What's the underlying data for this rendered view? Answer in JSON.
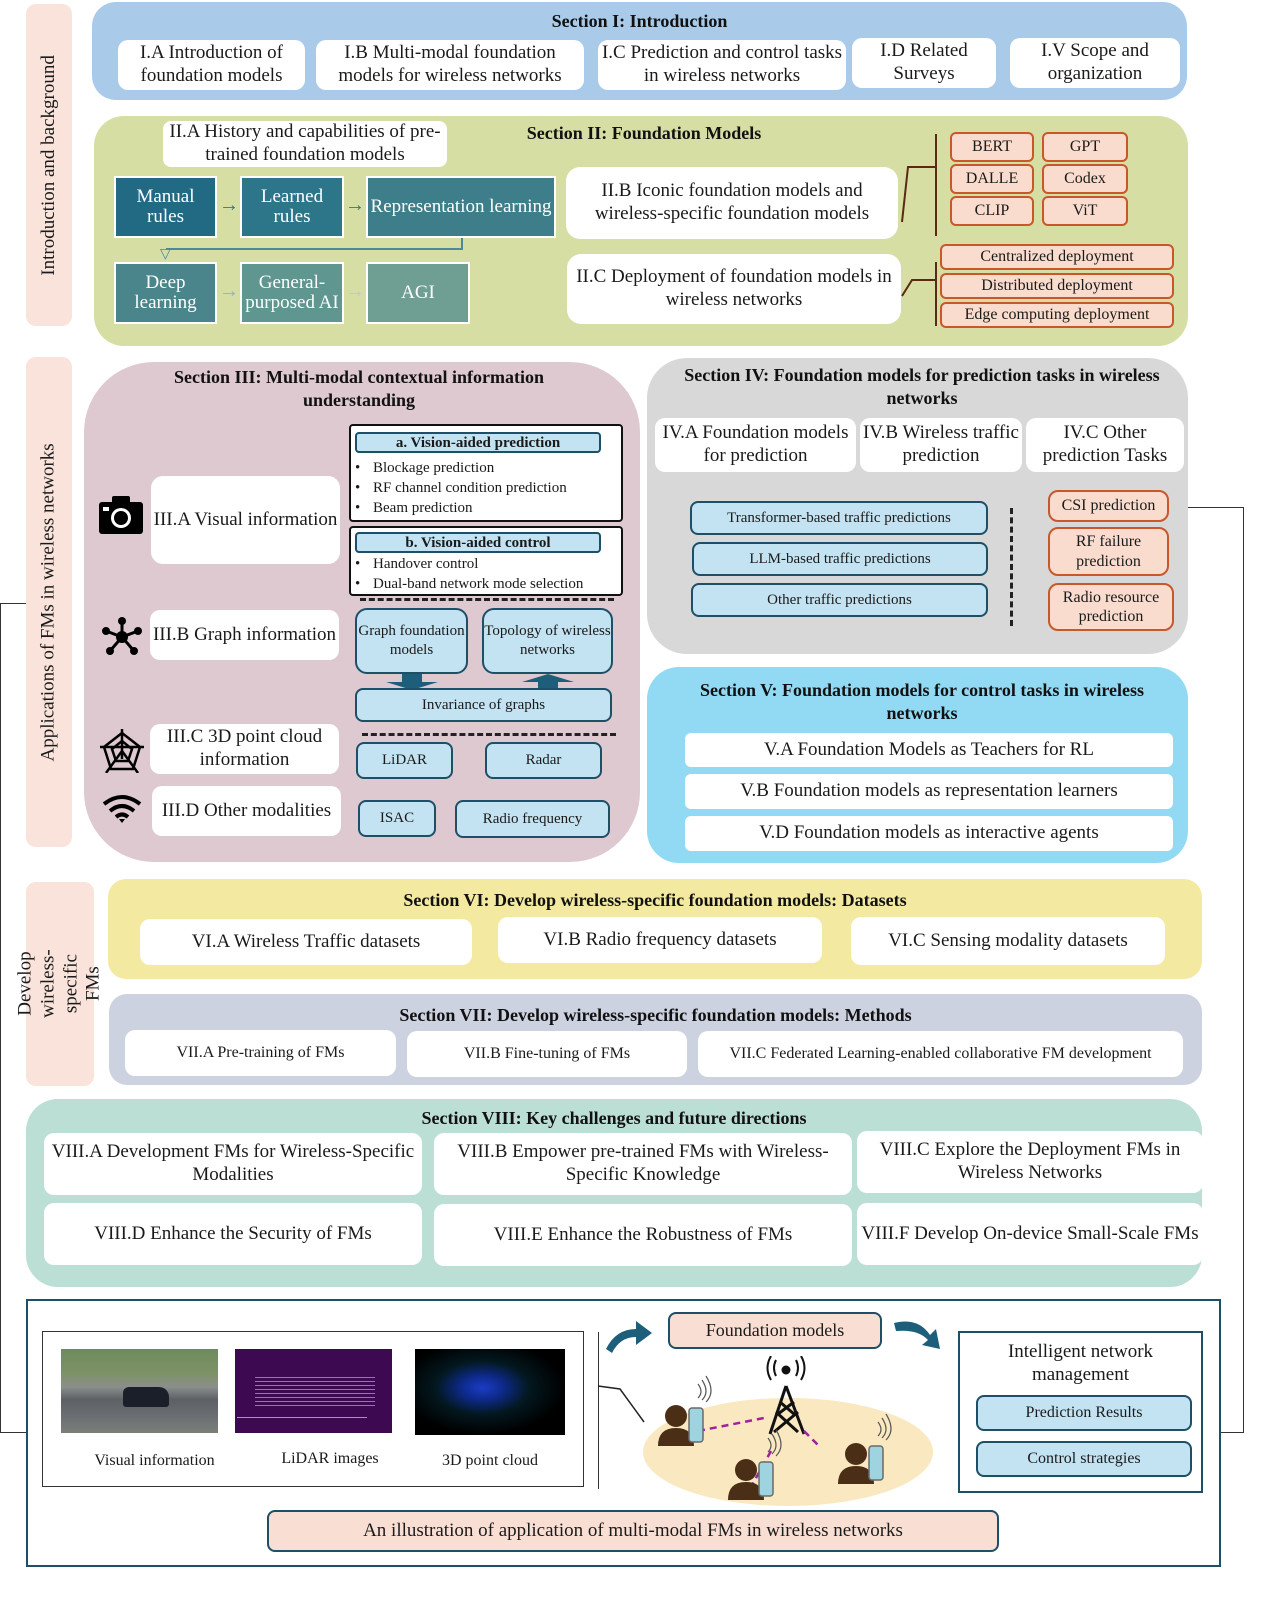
{
  "side_labels": {
    "intro": "Introduction and background",
    "applications": "Applications of FMs in wireless networks",
    "develop": "Develop wireless-specific FMs"
  },
  "section1": {
    "title": "Section I: Introduction",
    "items": [
      "I.A Introduction of foundation models",
      "I.B Multi-modal foundation models for wireless networks",
      "I.C Prediction and control tasks in wireless networks",
      "I.D Related Surveys",
      "I.V Scope and organization"
    ]
  },
  "section2": {
    "title": "Section II: Foundation Models",
    "history_label": "II.A History and capabilities of pre-trained foundation models",
    "history_steps": [
      "Manual rules",
      "Learned rules",
      "Representation learning",
      "Deep learning",
      "General-purposed AI",
      "AGI"
    ],
    "iconic_label": "II.B Iconic foundation models and wireless-specific foundation models",
    "iconic_models": [
      "BERT",
      "GPT",
      "DALLE",
      "Codex",
      "CLIP",
      "ViT"
    ],
    "deployment_label": "II.C Deployment of foundation models in wireless networks",
    "deployment_types": [
      "Centralized deployment",
      "Distributed deployment",
      "Edge computing deployment"
    ]
  },
  "section3": {
    "title": "Section III: Multi-modal contextual information understanding",
    "modalities": [
      {
        "label": "III.A Visual information",
        "icon": "camera-icon"
      },
      {
        "label": "III.B Graph information",
        "icon": "graph-network-icon"
      },
      {
        "label": "III.C 3D point cloud information",
        "icon": "point-cloud-icon"
      },
      {
        "label": "III.D Other modalities",
        "icon": "wifi-icon"
      }
    ],
    "vision_prediction": {
      "header": "a. Vision-aided prediction",
      "items": [
        "Blockage prediction",
        "RF channel condition prediction",
        "Beam prediction"
      ]
    },
    "vision_control": {
      "header": "b. Vision-aided control",
      "items": [
        "Handover control",
        "Dual-band network mode selection"
      ]
    },
    "graph": {
      "gfm": "Graph foundation models",
      "topology": "Topology of wireless networks",
      "invariance": "Invariance of graphs"
    },
    "point_cloud": [
      "LiDAR",
      "Radar"
    ],
    "other": [
      "ISAC",
      "Radio frequency"
    ]
  },
  "section4": {
    "title": "Section IV: Foundation models for prediction tasks in wireless networks",
    "subsections": [
      "IV.A Foundation models for prediction",
      "IV.B Wireless traffic prediction",
      "IV.C Other prediction Tasks"
    ],
    "traffic": [
      "Transformer-based traffic predictions",
      "LLM-based traffic predictions",
      "Other traffic predictions"
    ],
    "other_tasks": [
      "CSI prediction",
      "RF failure prediction",
      "Radio resource prediction"
    ]
  },
  "section5": {
    "title": "Section V: Foundation models for control tasks in wireless networks",
    "items": [
      "V.A Foundation Models as Teachers for RL",
      "V.B Foundation models as representation learners",
      "V.D Foundation models as interactive agents"
    ]
  },
  "section6": {
    "title": "Section VI: Develop wireless-specific foundation models: Datasets",
    "items": [
      "VI.A Wireless Traffic datasets",
      "VI.B Radio frequency datasets",
      "VI.C Sensing modality datasets"
    ]
  },
  "section7": {
    "title": "Section VII: Develop wireless-specific foundation models: Methods",
    "items": [
      "VII.A Pre-training of FMs",
      "VII.B Fine-tuning of FMs",
      "VII.C Federated Learning-enabled collaborative FM development"
    ]
  },
  "section8": {
    "title": "Section VIII: Key challenges and future directions",
    "items": [
      "VIII.A Development FMs for Wireless-Specific Modalities",
      "VIII.B Empower pre-trained FMs with Wireless-Specific Knowledge",
      "VIII.C Explore the Deployment FMs in Wireless Networks",
      "VIII.D Enhance the Security of FMs",
      "VIII.E Enhance the Robustness of FMs",
      "VIII.F Develop On-device Small-Scale FMs"
    ]
  },
  "illustration": {
    "images": [
      "Visual information",
      "LiDAR images",
      "3D point cloud"
    ],
    "foundation_models": "Foundation models",
    "management_title": "Intelligent network management",
    "management_items": [
      "Prediction Results",
      "Control strategies"
    ],
    "caption": "An illustration of application of multi-modal FMs in wireless networks"
  },
  "colors": {
    "section1": "#a9cbe9",
    "section2": "#d7dea3",
    "section3": "#dfc9d0",
    "section4": "#d8d8d8",
    "section5": "#92d9f4",
    "section6": "#f4e9a1",
    "section7": "#cdd2e1",
    "section8": "#bcdfd5",
    "side_tab": "#f9e3da",
    "accent_orange": "#c8582a",
    "accent_teal": "#1d4f66"
  }
}
